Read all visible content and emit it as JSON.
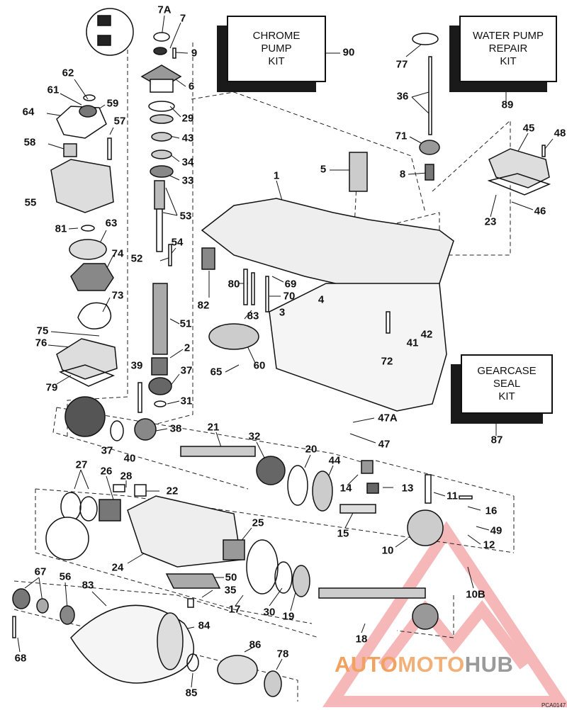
{
  "kits": {
    "chrome_pump": [
      "CHROME",
      "PUMP",
      "KIT"
    ],
    "water_pump": [
      "WATER PUMP",
      "REPAIR",
      "KIT"
    ],
    "gearcase_seal": [
      "GEARCASE",
      "SEAL",
      "KIT"
    ]
  },
  "callouts": {
    "c7a": "7A",
    "c7": "7",
    "c9": "9",
    "c6": "6",
    "c29": "29",
    "c43": "43",
    "c34": "34",
    "c33": "33",
    "c53": "53",
    "c54": "54",
    "c52": "52",
    "c51": "51",
    "c2": "2",
    "c37a": "37",
    "c31": "31",
    "c39": "39",
    "c38": "38",
    "c37b": "37",
    "c40": "40",
    "c62": "62",
    "c61": "61",
    "c59": "59",
    "c64": "64",
    "c57": "57",
    "c58": "58",
    "c55": "55",
    "c81": "81",
    "c63": "63",
    "c74": "74",
    "c73": "73",
    "c75": "75",
    "c76": "76",
    "c79": "79",
    "c90": "90",
    "c1": "1",
    "c5": "5",
    "c80": "80",
    "c69": "69",
    "c70": "70",
    "c82": "82",
    "c83a": "83",
    "c3": "3",
    "c4": "4",
    "c65": "65",
    "c60": "60",
    "c72": "72",
    "c41": "41",
    "c42": "42",
    "c77": "77",
    "c36": "36",
    "c71": "71",
    "c8": "8",
    "c89": "89",
    "c45": "45",
    "c48": "48",
    "c23": "23",
    "c46": "46",
    "c47a": "47A",
    "c47": "47",
    "c87": "87",
    "c21": "21",
    "c32": "32",
    "c20": "20",
    "c44": "44",
    "c14": "14",
    "c13": "13",
    "c11": "11",
    "c16": "16",
    "c49": "49",
    "c12": "12",
    "c10": "10",
    "c15": "15",
    "c27": "27",
    "c26": "26",
    "c28": "28",
    "c22": "22",
    "c25": "25",
    "c24": "24",
    "c50": "50",
    "c35": "35",
    "c17": "17",
    "c30": "30",
    "c19": "19",
    "c10b": "10B",
    "c18": "18",
    "c67": "67",
    "c56": "56",
    "c83b": "83",
    "c84": "84",
    "c86": "86",
    "c78": "78",
    "c68": "68",
    "c85": "85"
  },
  "watermark": {
    "part1": "AUTO",
    "part2": "MOTO",
    "part3": "HUB"
  },
  "reference": "PCA0147"
}
